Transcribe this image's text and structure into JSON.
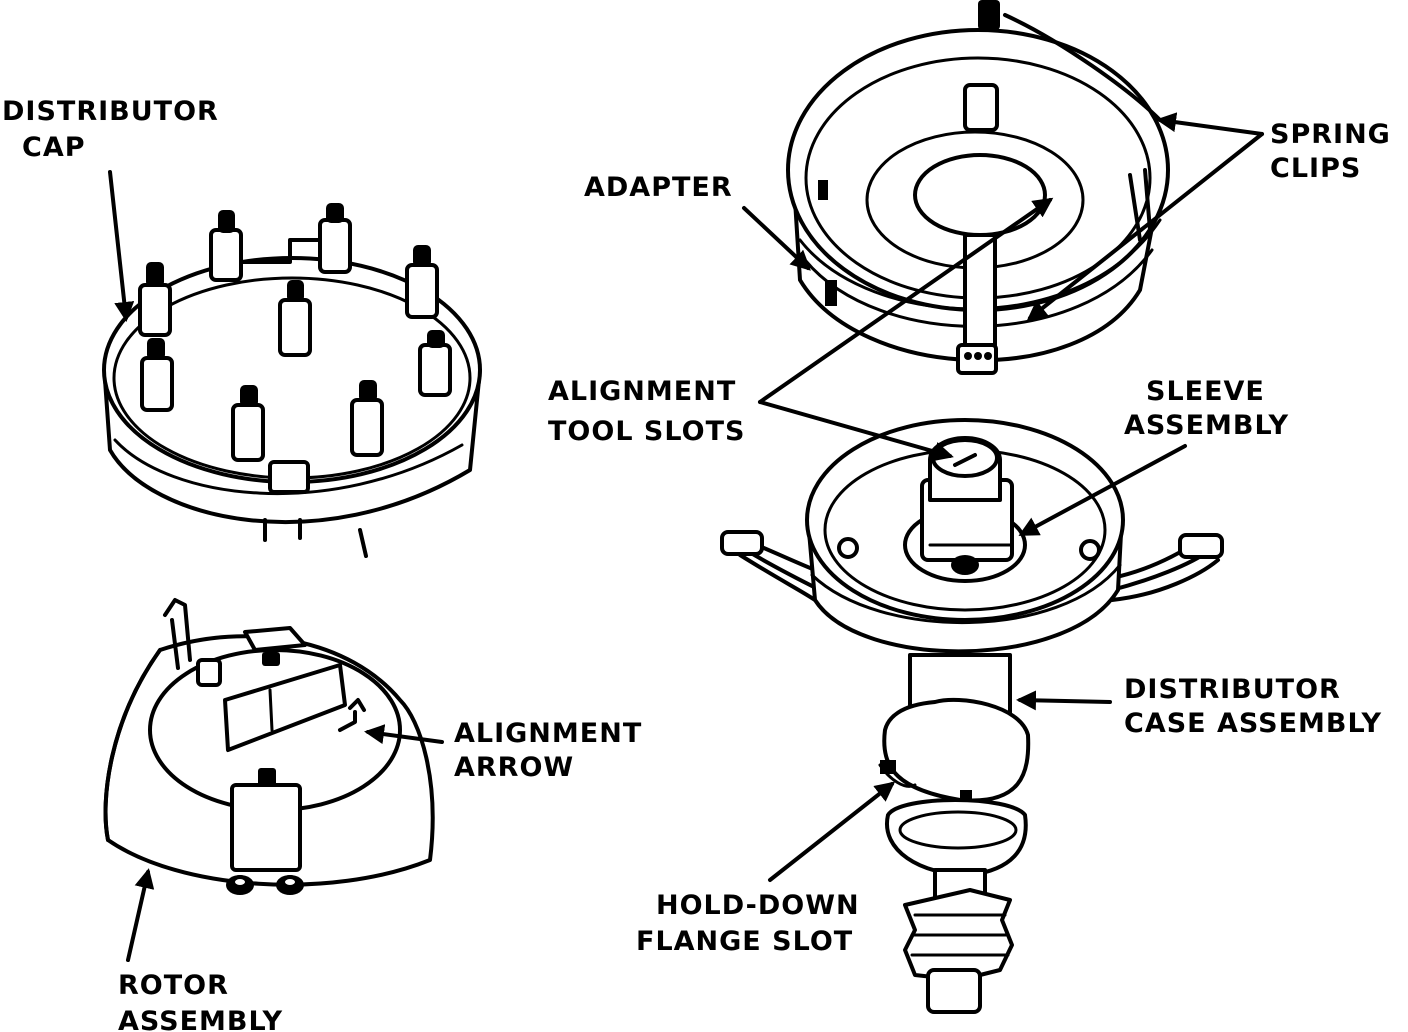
{
  "labels": {
    "distributor_cap": [
      "DISTRIBUTOR",
      "CAP"
    ],
    "rotor_assembly": [
      "ROTOR",
      "ASSEMBLY"
    ],
    "alignment_arrow": [
      "ALIGNMENT",
      "ARROW"
    ],
    "adapter": [
      "ADAPTER"
    ],
    "spring_clips": [
      "SPRING",
      "CLIPS"
    ],
    "alignment_tool_slots": [
      "ALIGNMENT",
      "TOOL SLOTS"
    ],
    "sleeve_assembly": [
      "SLEEVE",
      "ASSEMBLY"
    ],
    "distributor_case_assembly": [
      "DISTRIBUTOR",
      "CASE ASSEMBLY"
    ],
    "hold_down_flange_slot": [
      "HOLD-DOWN",
      "FLANGE SLOT"
    ]
  },
  "colors": {
    "ink": "#000000",
    "paper": "#ffffff"
  }
}
